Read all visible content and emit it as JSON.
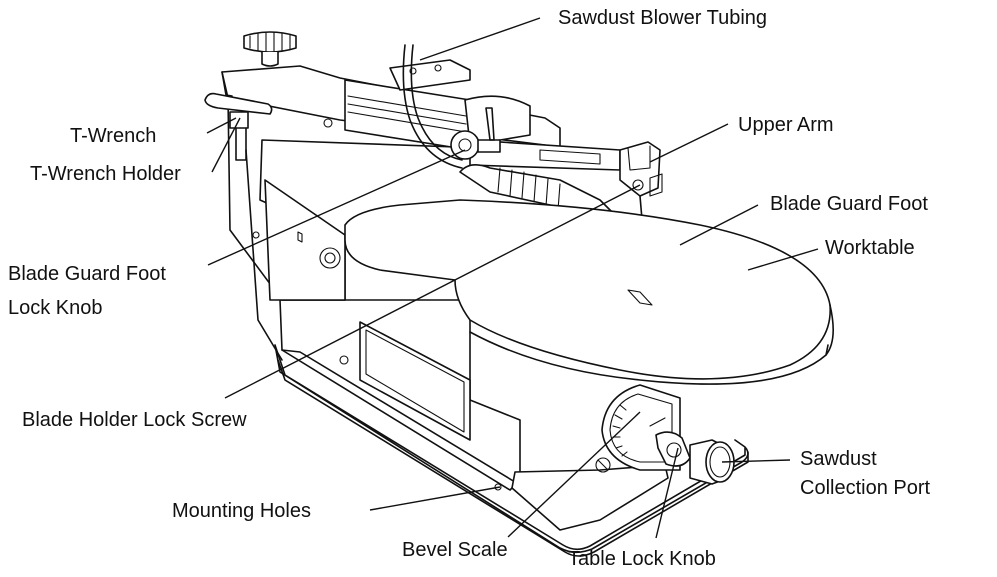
{
  "labels": {
    "sawdust_blower_tubing": "Sawdust Blower Tubing",
    "upper_arm": "Upper Arm",
    "t_wrench": "T-Wrench",
    "t_wrench_holder": "T-Wrench Holder",
    "blade_guard_foot": "Blade Guard Foot",
    "worktable": "Worktable",
    "blade_guard_foot_lock_knob_1": "Blade Guard Foot",
    "blade_guard_foot_lock_knob_2": "Lock Knob",
    "blade_holder_lock_screw": "Blade Holder Lock Screw",
    "sawdust_collection_port_1": "Sawdust",
    "sawdust_collection_port_2": "Collection Port",
    "mounting_holes": "Mounting Holes",
    "bevel_scale": "Bevel Scale",
    "table_lock_knob": "Table Lock Knob"
  }
}
